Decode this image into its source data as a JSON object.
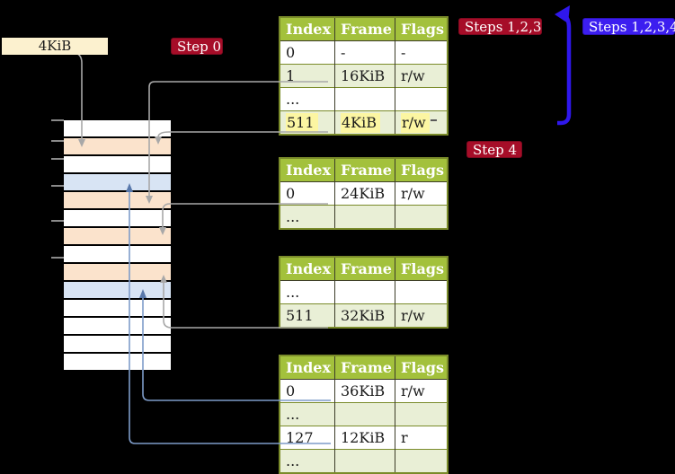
{
  "colors": {
    "background": "#000000",
    "table_header_bg": "#a3c13c",
    "table_border": "#7a8b2a",
    "row_alt_bg": "#e9efd6",
    "highlight_yellow": "#fcf6a2",
    "badge_red": "#a60d28",
    "badge_blue": "#3c1ef0",
    "label_cream_bg": "#fcf1cf",
    "memory_peach": "#fbe3cc",
    "memory_blue": "#d8e4f4",
    "connector_grey": "#a8a8a8",
    "connector_blue": "#7e9cc9",
    "arrow_blueviolet": "#2f17ec"
  },
  "labels": {
    "page_size": "4KiB",
    "step0": "Step 0",
    "steps123": "Steps 1,2,3",
    "steps1234": "Steps 1,2,3,4",
    "step4": "Step 4"
  },
  "tables": {
    "headers": [
      "Index",
      "Frame",
      "Flags"
    ],
    "level4": {
      "rows": [
        {
          "index": "0",
          "frame": "-",
          "flags": "-"
        },
        {
          "index": "1",
          "frame": "16KiB",
          "flags": "r/w"
        },
        {
          "index": "...",
          "frame": "",
          "flags": ""
        },
        {
          "index": "511",
          "frame": "4KiB",
          "flags": "r/w",
          "highlighted": true
        }
      ]
    },
    "level3": {
      "rows": [
        {
          "index": "0",
          "frame": "24KiB",
          "flags": "r/w"
        },
        {
          "index": "...",
          "frame": "",
          "flags": ""
        }
      ]
    },
    "level2": {
      "rows": [
        {
          "index": "...",
          "frame": "",
          "flags": ""
        },
        {
          "index": "511",
          "frame": "32KiB",
          "flags": "r/w"
        }
      ]
    },
    "level1": {
      "rows": [
        {
          "index": "0",
          "frame": "36KiB",
          "flags": "r/w"
        },
        {
          "index": "...",
          "frame": "",
          "flags": ""
        },
        {
          "index": "127",
          "frame": "12KiB",
          "flags": "r"
        },
        {
          "index": "...",
          "frame": "",
          "flags": ""
        }
      ]
    }
  },
  "memory_stack": {
    "rows": [
      "white",
      "peach",
      "white",
      "blue",
      "peach",
      "white",
      "peach",
      "white",
      "peach",
      "blue",
      "white",
      "white",
      "white",
      "white"
    ],
    "tick_y": [
      133,
      156,
      176,
      206,
      245,
      286
    ]
  }
}
